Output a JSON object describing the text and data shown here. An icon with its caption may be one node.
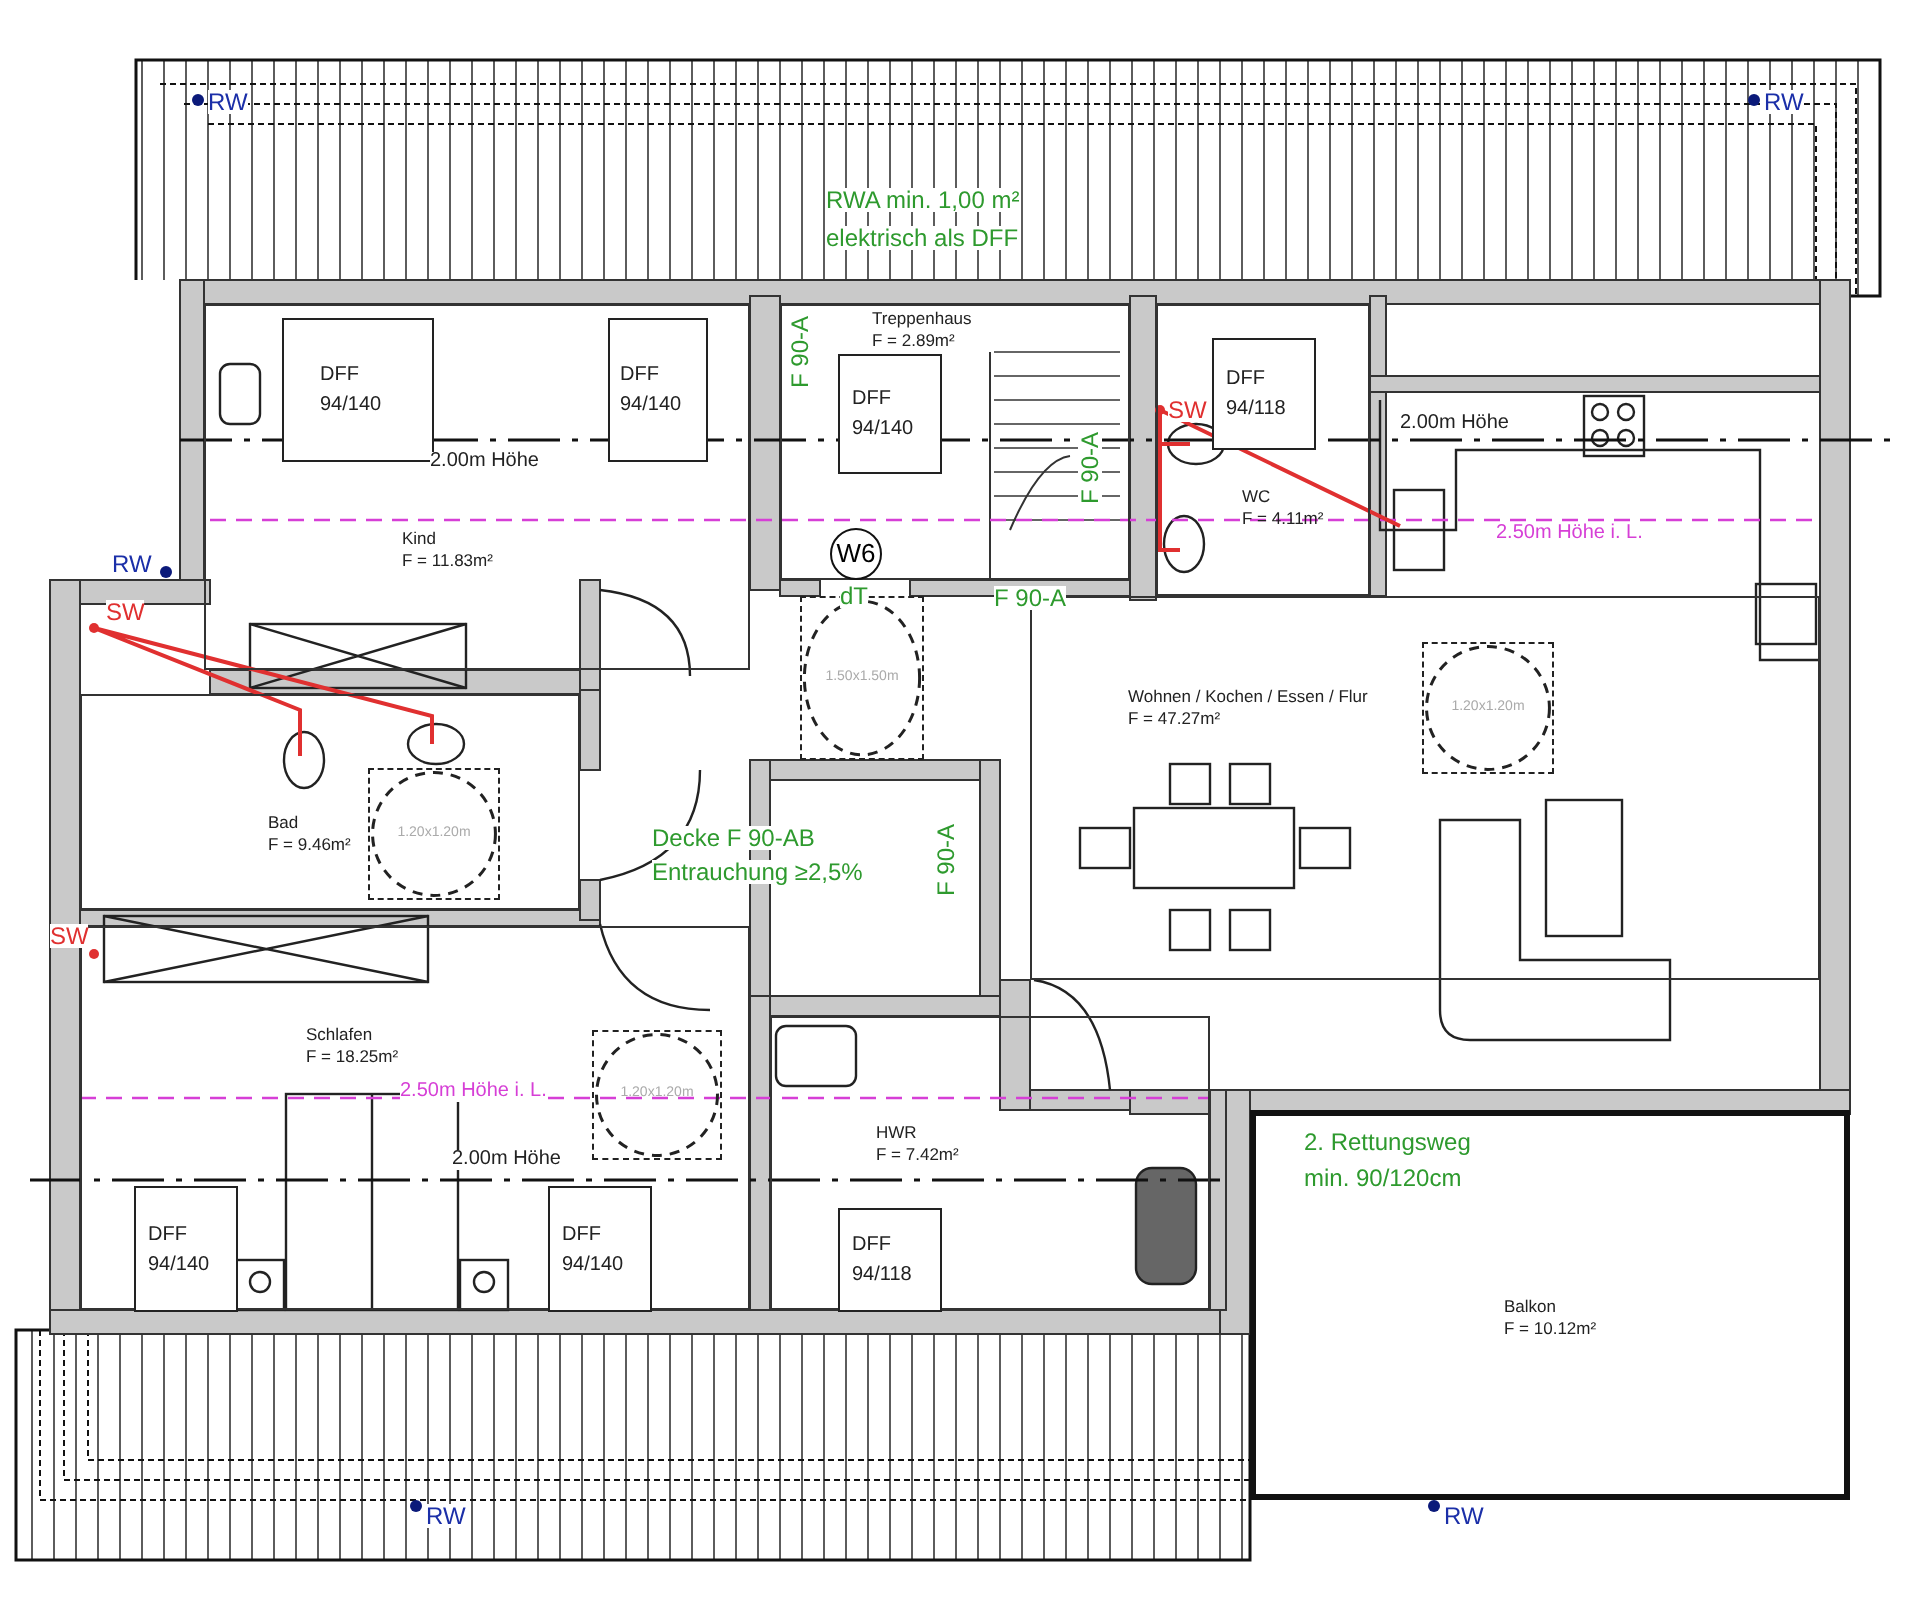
{
  "diagram": {
    "nodes": [
      {
        "text": [
          "Kind",
          "F = 11.83m²"
        ]
      },
      {
        "text": [
          "DFF 94/140"
        ],
        "in": 0
      },
      {
        "text": [
          "DFF 94/140"
        ],
        "in": 0
      },
      {
        "text": [
          "Treppenhaus",
          "F = 2.89m²"
        ]
      },
      {
        "text": [
          "DFF 94/140"
        ],
        "in": 3
      },
      {
        "text": [
          "WC",
          "F = 4.11m²"
        ]
      },
      {
        "text": [
          "DFF 94/118"
        ],
        "in": 5
      },
      {
        "text": [
          "W6"
        ],
        "in": 3
      },
      {
        "text": [
          "1.50x1.50m"
        ]
      },
      {
        "text": [
          "Bad",
          "F = 9.46m²"
        ]
      },
      {
        "text": [
          "1.20x1.20m"
        ],
        "in": 9
      },
      {
        "text": [
          "Wohnen / Kochen / Essen / Flur",
          "F = 47.27m²"
        ]
      },
      {
        "text": [
          "1.20x1.20m"
        ],
        "in": 11
      },
      {
        "text": [
          "Schlafen",
          "F = 18.25m²"
        ]
      },
      {
        "text": [
          "1.20x1.20m"
        ],
        "in": 13
      },
      {
        "text": [
          "DFF 94/140"
        ],
        "in": 13
      },
      {
        "text": [
          "DFF 94/140"
        ],
        "in": 13
      },
      {
        "text": [
          "HWR",
          "F = 7.42m²"
        ]
      },
      {
        "text": [
          "DFF 94/118"
        ],
        "in": 17
      },
      {
        "text": [
          "Balkon",
          "F = 10.12m²"
        ]
      }
    ],
    "labels": [
      "RW",
      "RW",
      "RWA min. 1,00 m²",
      "elektrisch als DFF",
      "F 90-A",
      "2.00m Höhe",
      "F 90-A",
      "SW",
      "2.00m Höhe",
      "2.50m Höhe i. L.",
      "RW",
      "dT",
      "F 90-A",
      "SW",
      "Decke F 90-AB",
      "Entrauchung ≥2,5%",
      "F 90-A",
      "SW",
      "2.50m Höhe i. L.",
      "2. Rettungsweg",
      "min. 90/120cm",
      "2.00m Höhe",
      "RW",
      "RW"
    ]
  }
}
